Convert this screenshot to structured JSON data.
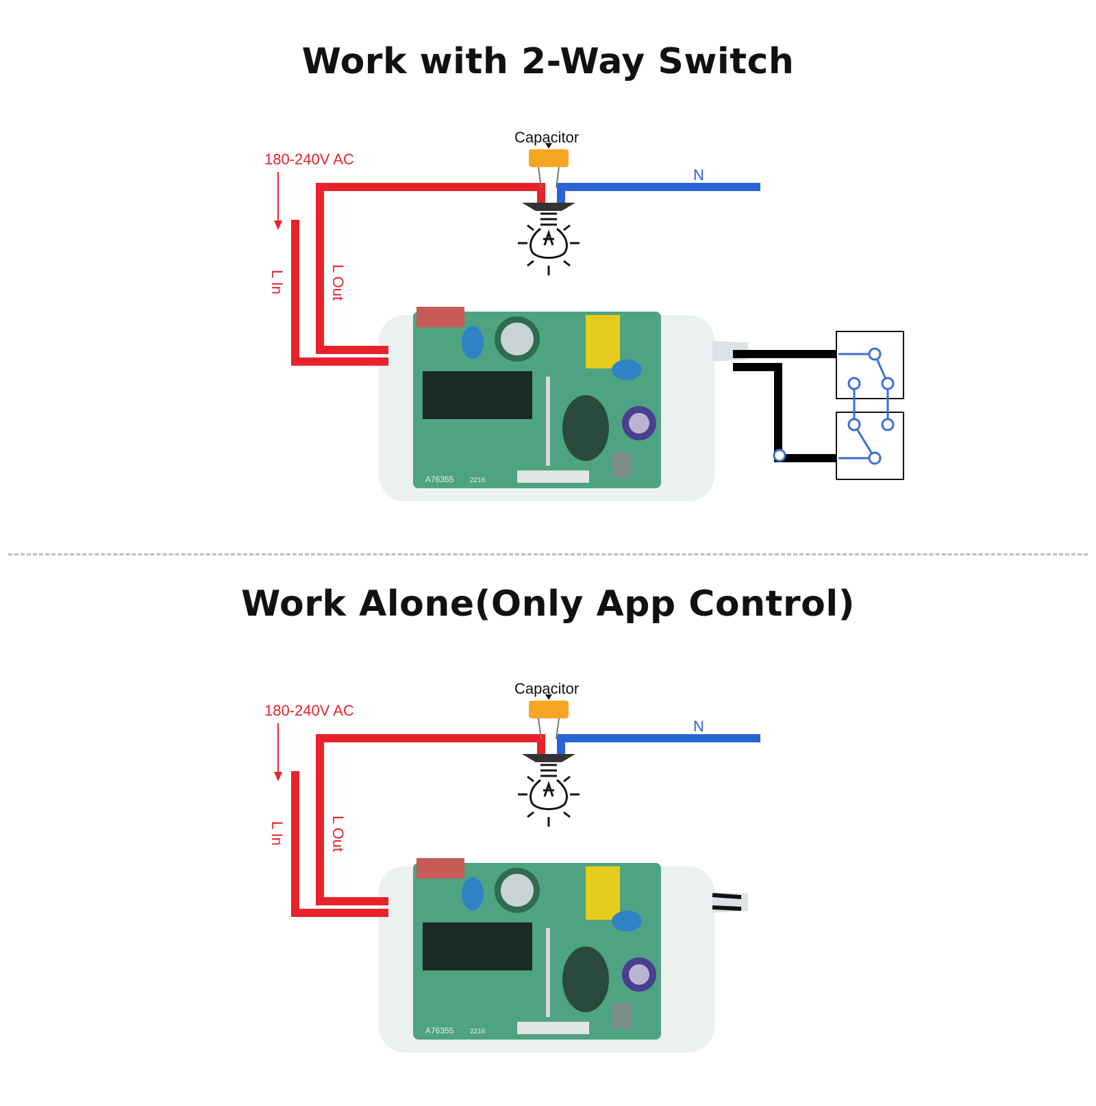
{
  "sections": [
    {
      "title": "Work with 2-Way Switch",
      "capacitor_label": "Capacitor",
      "voltage_label": "180-240V AC",
      "neutral_label": "N",
      "l_in_label": "L In",
      "l_out_label": "L Out",
      "board_marking": "A76355",
      "board_code": "2216",
      "has_two_way_switch": true
    },
    {
      "title": "Work Alone(Only App Control)",
      "capacitor_label": "Capacitor",
      "voltage_label": "180-240V AC",
      "neutral_label": "N",
      "l_in_label": "L In",
      "l_out_label": "L Out",
      "board_marking": "A76355",
      "board_code": "2216",
      "has_two_way_switch": false
    }
  ],
  "colors": {
    "live_wire": "#e8222a",
    "neutral_wire": "#2a63d6",
    "switch_wire": "#000000",
    "capacitor": "#f6a623",
    "pcb": "#4ea383",
    "switch_contacts": "#3a6fd0"
  },
  "icons": [
    "light-bulb-icon",
    "capacitor-icon",
    "two-way-switch-icon",
    "relay-module-icon"
  ]
}
